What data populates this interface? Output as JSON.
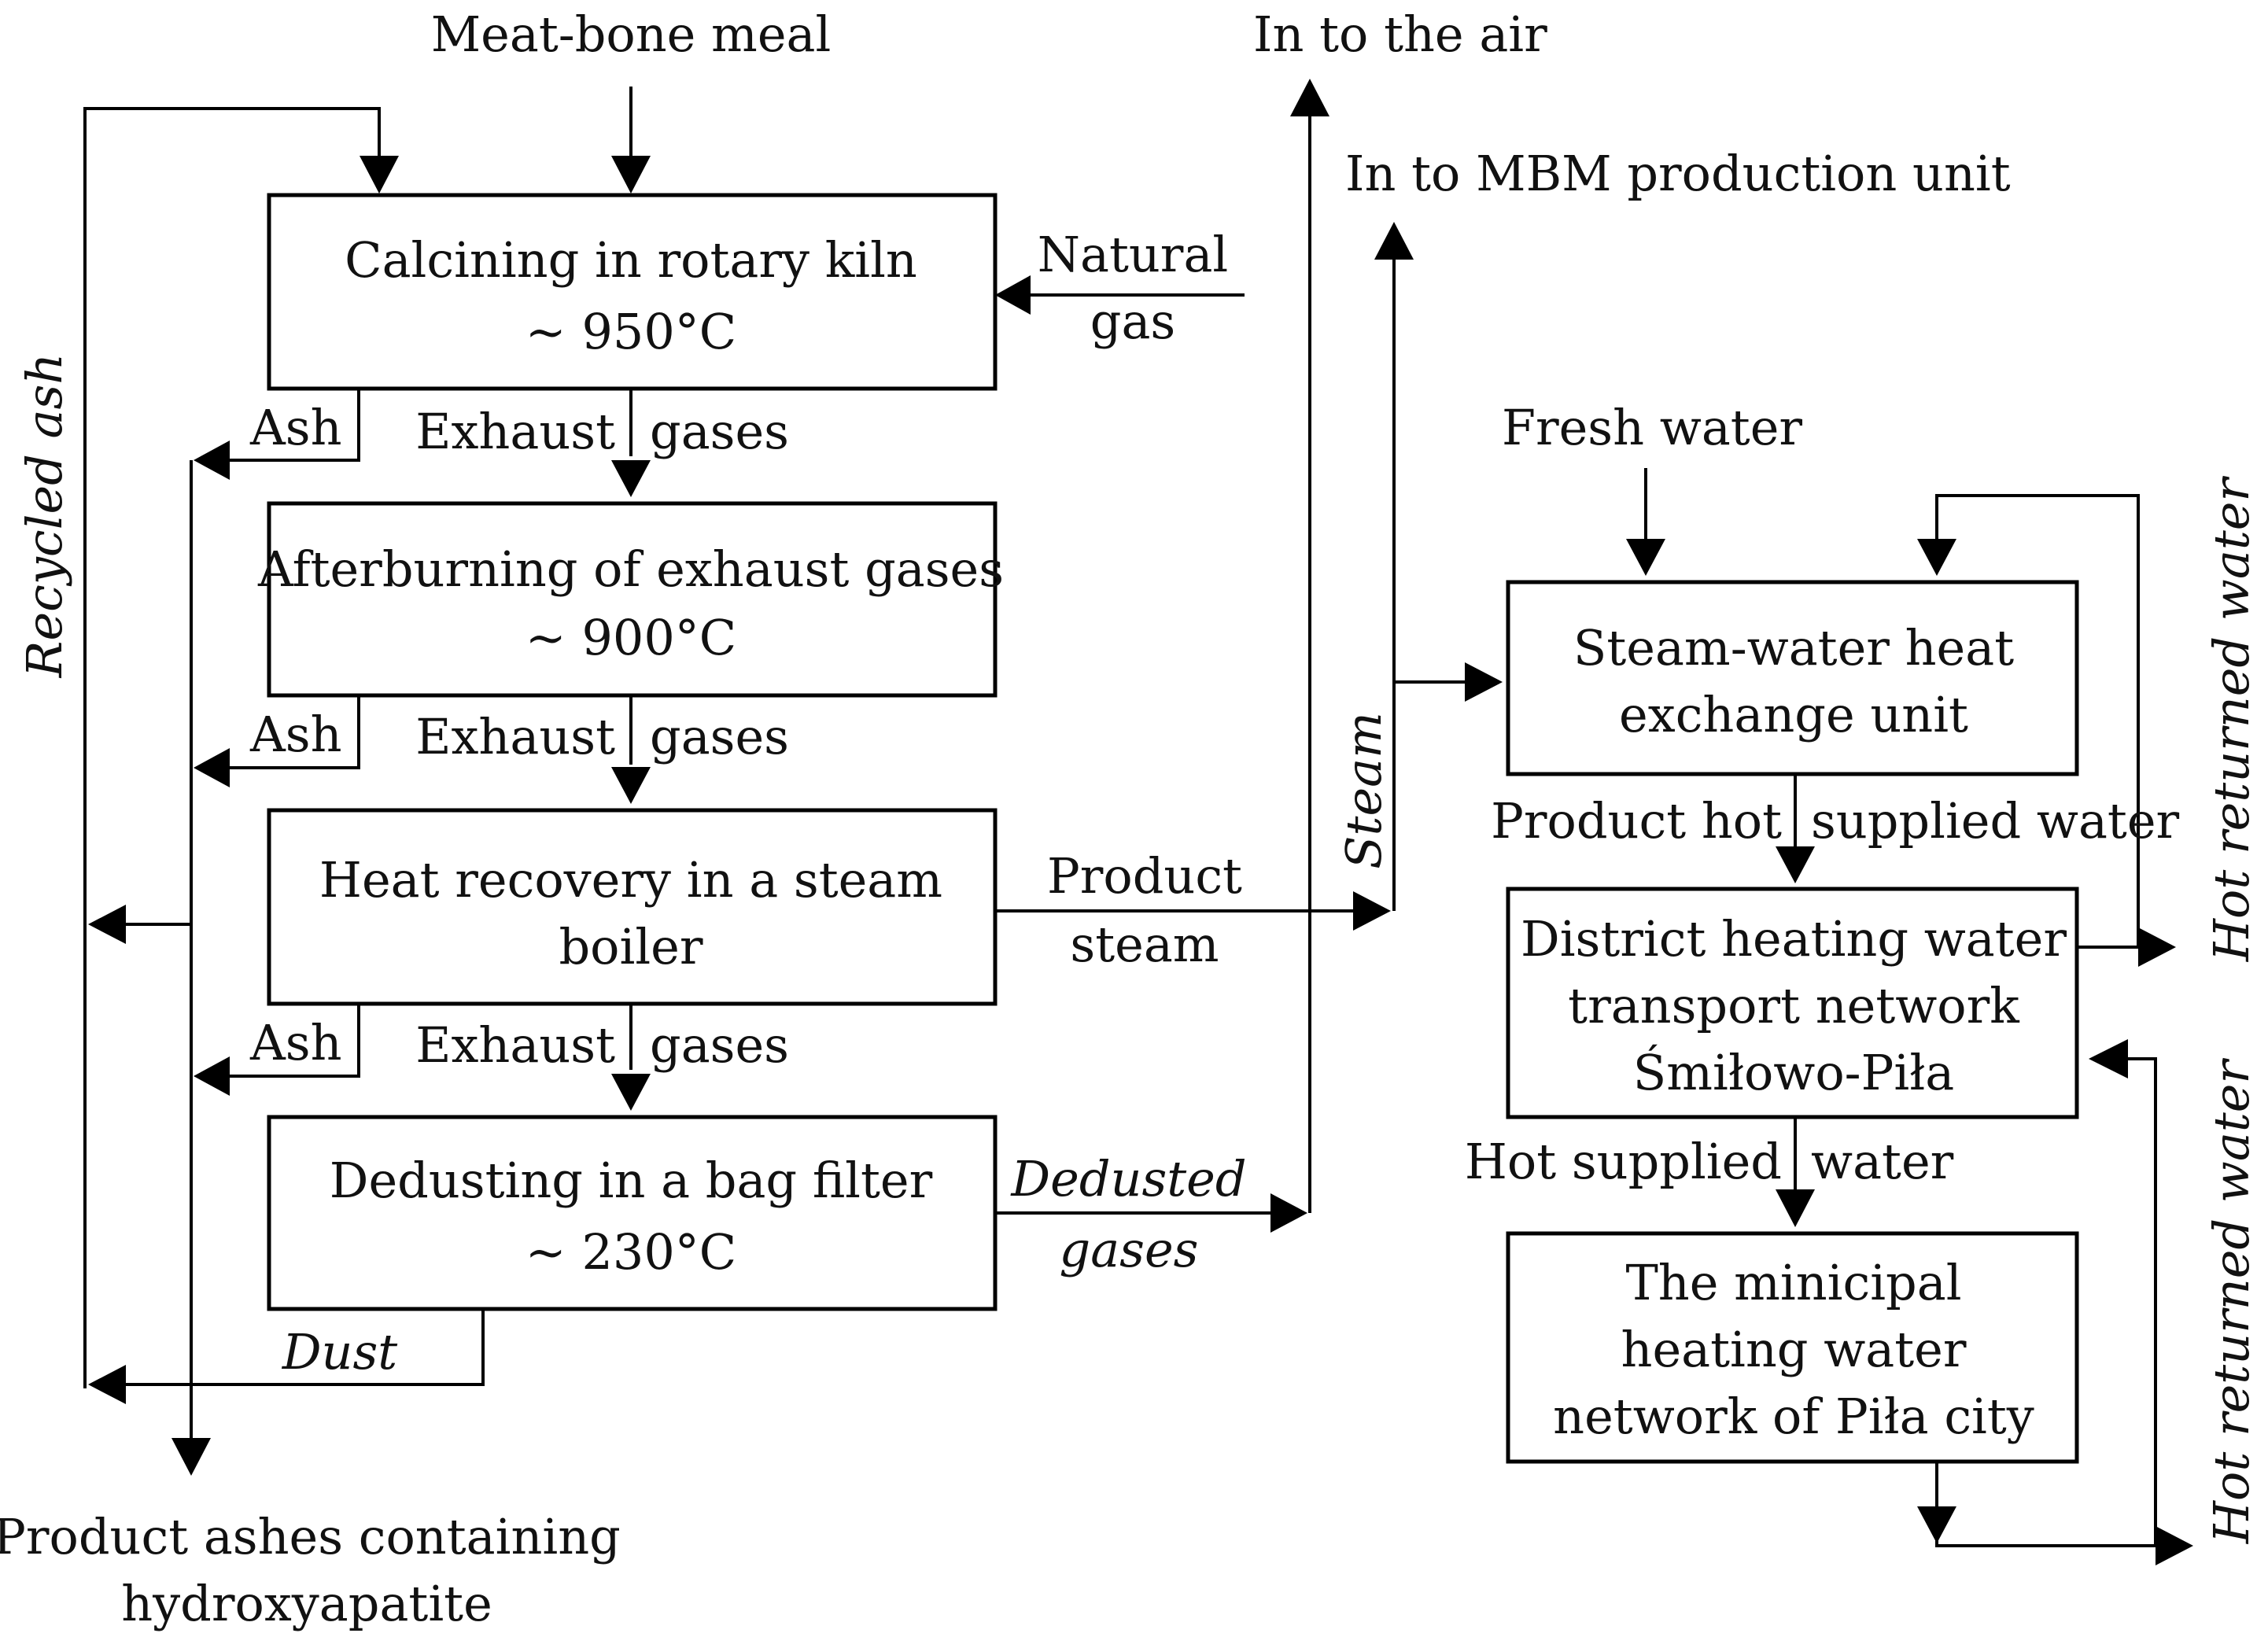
{
  "inputs": {
    "meat_bone_meal": "Meat-bone meal",
    "natural_gas": [
      "Natural",
      "gas"
    ],
    "fresh_water": "Fresh water"
  },
  "outputs": {
    "into_air": "In to the air",
    "into_mbm": "In to MBM production unit",
    "product_ashes": [
      "Product ashes containing",
      "hydroxyapatite"
    ]
  },
  "process": {
    "calcining": [
      "Calcining in rotary kiln",
      "~ 950°C"
    ],
    "afterburning": [
      "Afterburning of exhaust gases",
      "~ 900°C"
    ],
    "heat_recovery": [
      "Heat recovery in a steam",
      "boiler"
    ],
    "dedusting": [
      "Dedusting in a bag filter",
      "~ 230°C"
    ]
  },
  "heating": {
    "exchange_unit": [
      "Steam-water heat",
      "exchange unit"
    ],
    "transport_network": [
      "District heating water",
      "transport network",
      "Śmiłowo-Piła"
    ],
    "municipal_network": [
      "The minicipal",
      "heating water",
      "network of Piła city"
    ]
  },
  "flows": {
    "ash": "Ash",
    "exhaust": "Exhaust",
    "gases": "gases",
    "product_steam": [
      "Product",
      "steam"
    ],
    "dedusted_gases": [
      "Dedusted",
      "gases"
    ],
    "dust": "Dust",
    "recycled_ash": "Recycled ash",
    "steam": "Steam",
    "product_hot": "Product hot",
    "supplied_water": "supplied water",
    "hot_supplied": "Hot supplied",
    "water": "water",
    "hot_returned_water": "Hot returned water"
  }
}
